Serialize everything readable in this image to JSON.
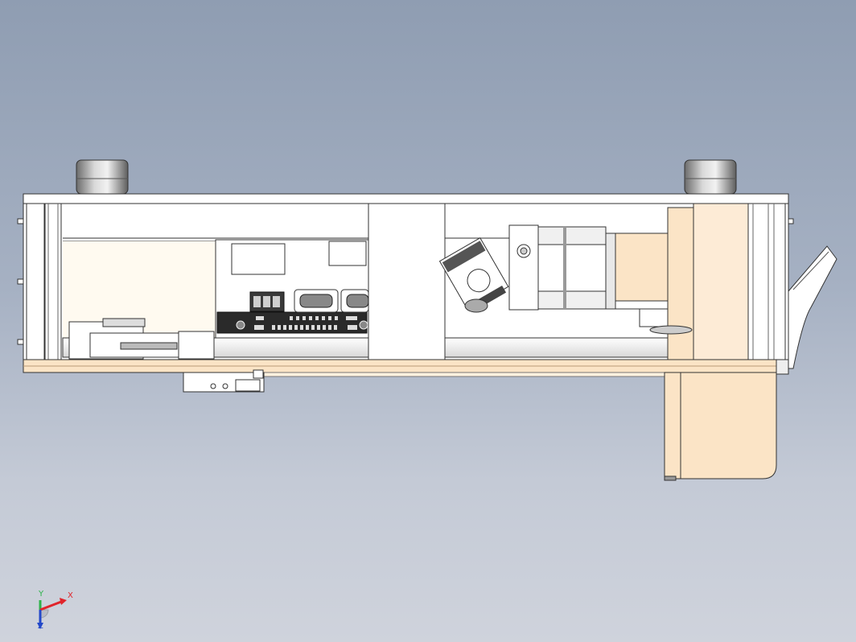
{
  "scene": {
    "background_top": "#8f9db2",
    "background_bottom": "#cfd3dc",
    "part_fill": "#ffffff",
    "beige": "#fbe4c6",
    "edge": "#333333"
  },
  "triad": {
    "x_label": "X",
    "y_label": "Y",
    "z_label": "Z",
    "x_color": "#e0242b",
    "y_color": "#2db34a",
    "z_color": "#2348c9"
  },
  "icons": [
    "coordinate-triad-icon"
  ]
}
